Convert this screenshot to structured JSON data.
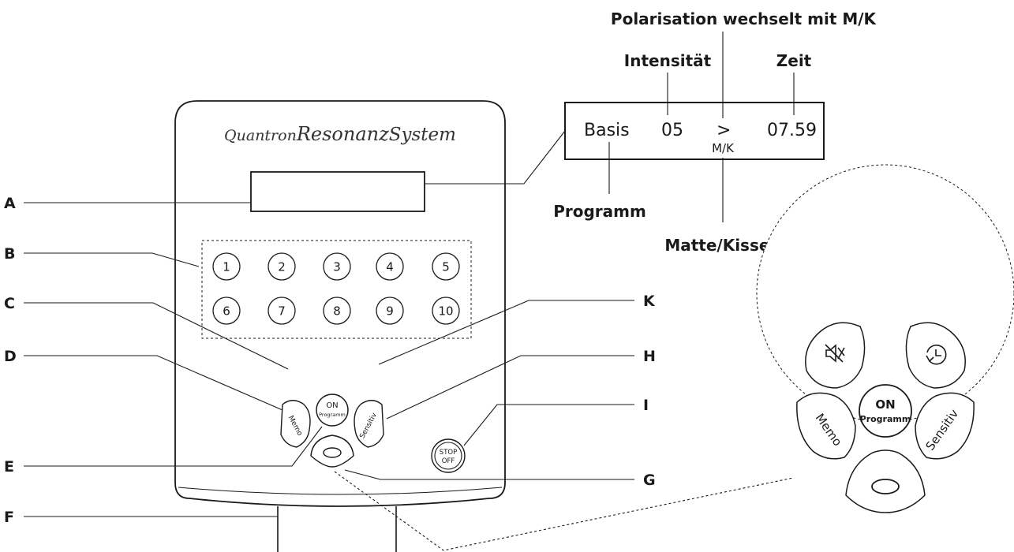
{
  "device": {
    "brand_parts": [
      "Quantron",
      "Resonanz",
      "System"
    ],
    "keys": [
      "1",
      "2",
      "3",
      "4",
      "5",
      "6",
      "7",
      "8",
      "9",
      "10"
    ],
    "on_label": "ON",
    "programm_label": "Programm",
    "memo_label": "Memo",
    "sensitiv_label": "Sensitiv",
    "stop_label": "STOP",
    "off_label": "OFF"
  },
  "callouts": {
    "a": "A",
    "b": "B",
    "c": "C",
    "d": "D",
    "e": "E",
    "f": "F",
    "g": "G",
    "h": "H",
    "i": "I",
    "k": "K"
  },
  "display": {
    "program": "Basis",
    "intensity": "05",
    "polarity": ">",
    "time": "07.59",
    "mk": "M/K"
  },
  "display_labels": {
    "polarisation": "Polarisation wechselt mit M/K",
    "intensitaet": "Intensität",
    "zeit": "Zeit",
    "programm": "Programm",
    "matte_kissen": "Matte/Kissen"
  },
  "zoom": {
    "on_label": "ON",
    "programm_label": "Programm",
    "memo_label": "Memo",
    "sensitiv_label": "Sensitiv"
  }
}
